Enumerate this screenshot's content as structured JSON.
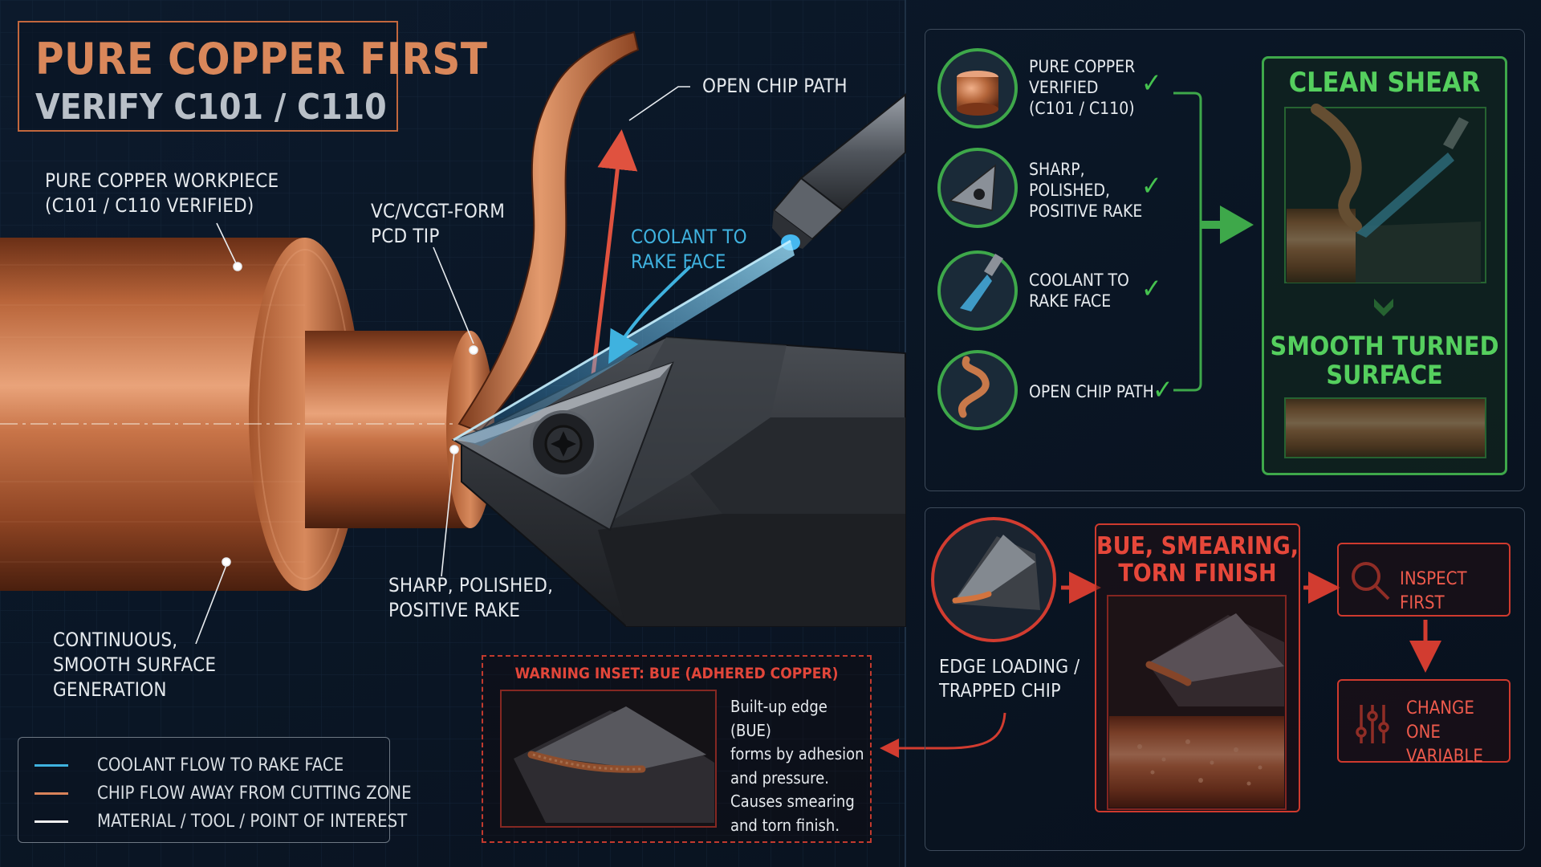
{
  "title": {
    "main": "PURE COPPER FIRST",
    "sub": "VERIFY C101 / C110"
  },
  "labels": {
    "workpiece": "PURE COPPER WORKPIECE\n(C101 / C110 VERIFIED)",
    "pcd_tip": "VC/VCGT-FORM\nPCD TIP",
    "open_chip": "OPEN CHIP PATH",
    "coolant": "COOLANT TO\nRAKE FACE",
    "sharp": "SHARP, POLISHED,\nPOSITIVE RAKE",
    "continuous": "CONTINUOUS,\nSMOOTH SURFACE\nGENERATION"
  },
  "legend": [
    {
      "text": "COOLANT FLOW TO RAKE FACE",
      "color": "#3fb2df"
    },
    {
      "text": "CHIP FLOW AWAY FROM CUTTING ZONE",
      "color": "#d9835a"
    },
    {
      "text": "MATERIAL / TOOL / POINT OF INTEREST",
      "color": "#f2f2f2"
    }
  ],
  "warning": {
    "title": "WARNING INSET: BUE (ADHERED COPPER)",
    "text": "Built-up edge (BUE)\nforms by adhesion\nand pressure.\nCauses smearing\nand torn finish."
  },
  "checklist": [
    {
      "text": "PURE COPPER\nVERIFIED\n(C101 / C110)",
      "icon": "copper-billet-icon"
    },
    {
      "text": "SHARP,\nPOLISHED,\nPOSITIVE RAKE",
      "icon": "insert-icon"
    },
    {
      "text": "COOLANT TO\nRAKE FACE",
      "icon": "coolant-nozzle-icon"
    },
    {
      "text": "OPEN CHIP PATH",
      "icon": "chip-curl-icon"
    }
  ],
  "good": {
    "clean": "CLEAN SHEAR",
    "smooth": "SMOOTH TURNED\nSURFACE"
  },
  "bad": {
    "edge": "EDGE LOADING /\nTRAPPED CHIP",
    "title": "BUE, SMEARING,\nTORN FINISH",
    "inspect": "INSPECT FIRST",
    "change": "CHANGE ONE\nVARIABLE"
  },
  "colors": {
    "accent_copper": "#d9875a",
    "ok_green": "#3ea84a",
    "warn_red": "#d23c30",
    "coolant_blue": "#3fb2df"
  }
}
